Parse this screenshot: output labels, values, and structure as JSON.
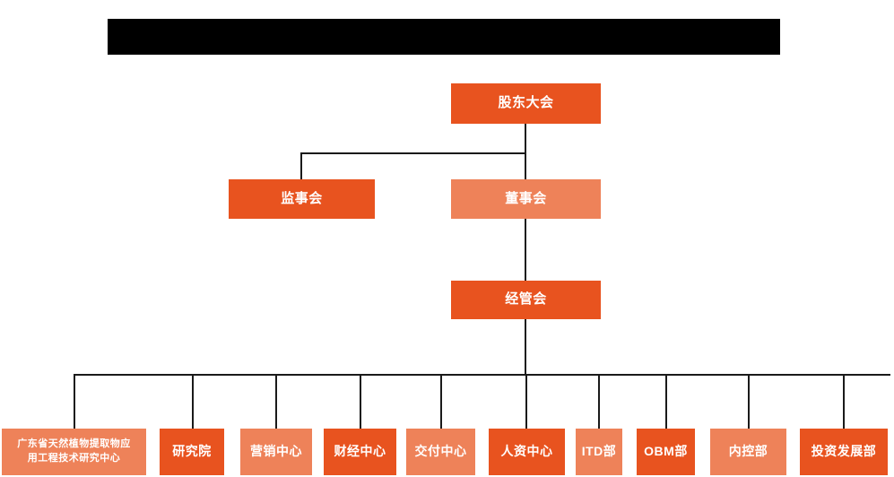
{
  "chart_data": {
    "type": "diagram",
    "diagram_kind": "organization-chart",
    "title_bar": {
      "text": "",
      "redacted": true
    },
    "colors": {
      "primary": "#E8531F",
      "secondary": "#EE8259",
      "connector": "#1a1a1a",
      "background": "#ffffff",
      "redaction": "#000000",
      "label_text": "#ffffff"
    },
    "levels": [
      {
        "level": 1,
        "nodes": [
          "shareholders-meeting"
        ]
      },
      {
        "level": 2,
        "nodes": [
          "board-of-supervisors",
          "board-of-directors"
        ]
      },
      {
        "level": 3,
        "nodes": [
          "management-committee"
        ]
      },
      {
        "level": 4,
        "nodes": [
          "gd-research-center",
          "research-institute",
          "marketing-center",
          "finance-center",
          "delivery-center",
          "hr-center",
          "itd-dept",
          "obm-dept",
          "internal-control-dept",
          "investment-development-dept"
        ]
      }
    ],
    "edges": [
      {
        "from": "shareholders-meeting",
        "to": "board-of-supervisors"
      },
      {
        "from": "shareholders-meeting",
        "to": "board-of-directors"
      },
      {
        "from": "board-of-directors",
        "to": "management-committee"
      },
      {
        "from": "management-committee",
        "to": "gd-research-center"
      },
      {
        "from": "management-committee",
        "to": "research-institute"
      },
      {
        "from": "management-committee",
        "to": "marketing-center"
      },
      {
        "from": "management-committee",
        "to": "finance-center"
      },
      {
        "from": "management-committee",
        "to": "delivery-center"
      },
      {
        "from": "management-committee",
        "to": "hr-center"
      },
      {
        "from": "management-committee",
        "to": "itd-dept"
      },
      {
        "from": "management-committee",
        "to": "obm-dept"
      },
      {
        "from": "management-committee",
        "to": "internal-control-dept"
      },
      {
        "from": "management-committee",
        "to": "investment-development-dept"
      }
    ]
  },
  "top": {
    "shareholders_meeting": "股东大会"
  },
  "second": {
    "board_of_supervisors": "监事会",
    "board_of_directors": "董事会"
  },
  "third": {
    "management_committee": "经管会"
  },
  "departments": [
    {
      "label_line1": "广东省天然植物提取物应",
      "label_line2": "用工程技术研究中心",
      "color": "secondary"
    },
    {
      "label": "研究院",
      "color": "primary"
    },
    {
      "label": "营销中心",
      "color": "secondary"
    },
    {
      "label": "财经中心",
      "color": "primary"
    },
    {
      "label": "交付中心",
      "color": "secondary"
    },
    {
      "label": "人资中心",
      "color": "primary"
    },
    {
      "label": "ITD部",
      "color": "secondary"
    },
    {
      "label": "OBM部",
      "color": "primary"
    },
    {
      "label": "内控部",
      "color": "secondary"
    },
    {
      "label": "投资发展部",
      "color": "primary"
    }
  ]
}
